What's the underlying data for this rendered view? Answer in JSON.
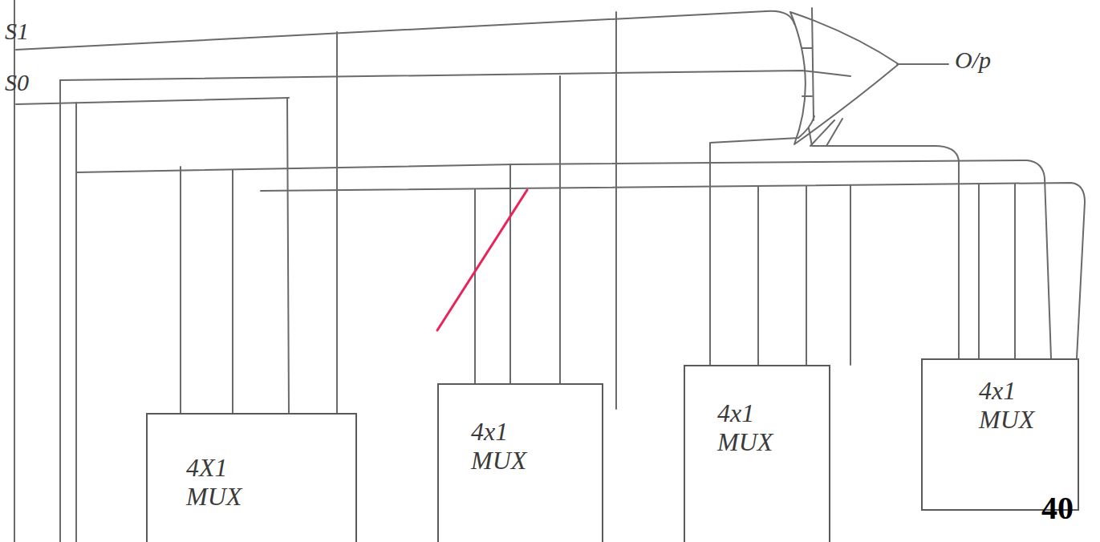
{
  "diagram": {
    "nodes": [
      {
        "text": [
          "4X1 MUX"
        ]
      },
      {
        "text": [
          "4x1 MUX"
        ]
      },
      {
        "text": [
          "4x1 MUX"
        ]
      },
      {
        "text": [
          "4x1 MUX"
        ]
      }
    ],
    "labels": [
      "S1",
      "S0",
      "O/p",
      "40"
    ]
  }
}
